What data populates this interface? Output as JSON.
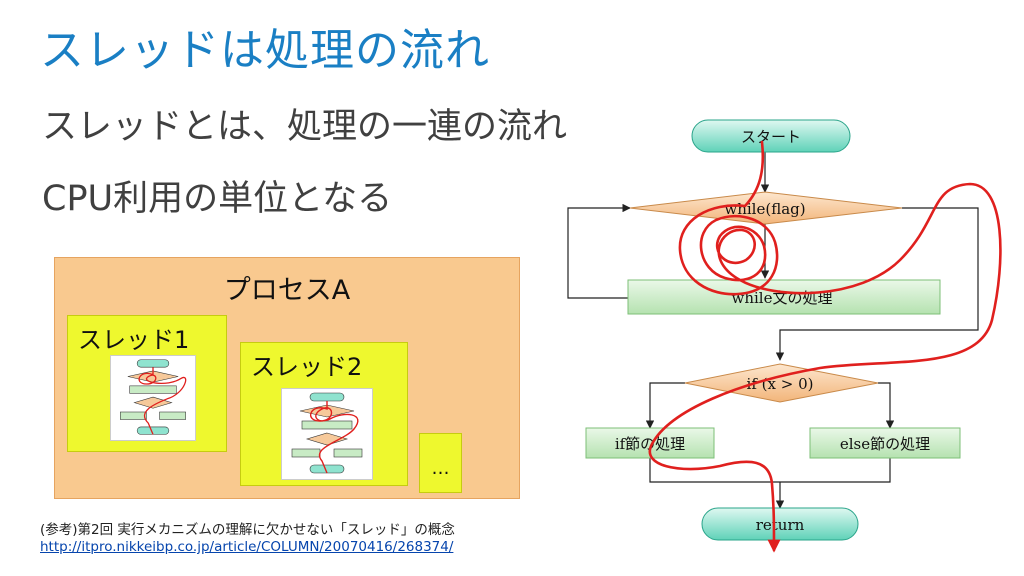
{
  "slide": {
    "title": "スレッドは処理の流れ",
    "bullets": [
      "スレッドとは、処理の一連の流れ",
      "CPU利用の単位となる"
    ]
  },
  "process": {
    "label": "プロセスA",
    "threads": [
      {
        "label": "スレッド1"
      },
      {
        "label": "スレッド2"
      },
      {
        "label": "…"
      }
    ]
  },
  "reference": {
    "caption": "(参考)第2回 実行メカニズムの理解に欠かせない「スレッド」の概念",
    "url": "http://itpro.nikkeibp.co.jp/article/COLUMN/20070416/268374/"
  },
  "flowchart": {
    "start": "スタート",
    "loop_condition": "while(flag)",
    "loop_body": "while文の処理",
    "branch_condition": "if (x > 0)",
    "if_branch": "if節の処理",
    "else_branch": "else節の処理",
    "end": "return"
  },
  "colors": {
    "title": "#1a7fc4",
    "process": "#f9c98f",
    "thread": "#eef82e",
    "terminal": "#8fe3cf",
    "decision": "#f6c99a",
    "action": "#c8ebc5",
    "flow_trace": "#e0201e"
  }
}
